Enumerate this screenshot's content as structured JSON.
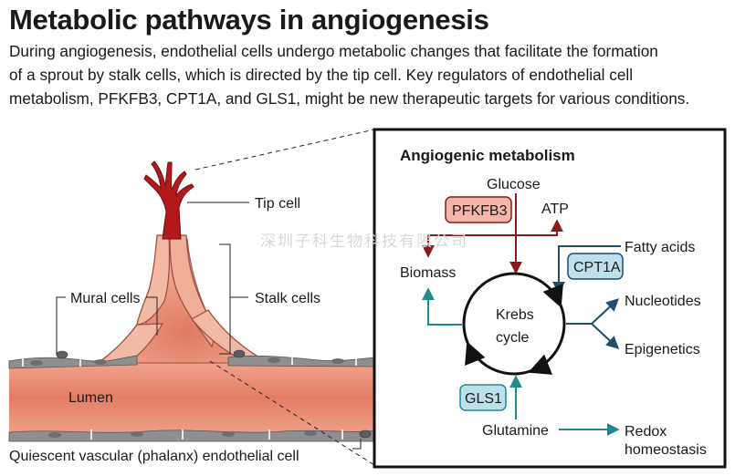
{
  "title": "Metabolic pathways in angiogenesis",
  "subtitle_lines": [
    "During angiogenesis, endothelial cells undergo metabolic changes that facilitate the formation",
    "of a sprout by stalk cells, which is directed by the tip cell. Key regulators of endothelial cell",
    "metabolism, PFKFB3, CPT1A, and GLS1, might be new therapeutic targets for various conditions."
  ],
  "vessel": {
    "tip_cell": "Tip cell",
    "stalk_cells": "Stalk cells",
    "mural_cells": "Mural cells",
    "lumen": "Lumen",
    "quiescent": "Quiescent vascular (phalanx) endothelial cell"
  },
  "panel": {
    "title": "Angiogenic metabolism",
    "glucose": "Glucose",
    "pfkfb3": "PFKFB3",
    "atp": "ATP",
    "biomass": "Biomass",
    "fatty_acids": "Fatty acids",
    "cpt1a": "CPT1A",
    "krebs_line1": "Krebs",
    "krebs_line2": "cycle",
    "nucleotides": "Nucleotides",
    "epigenetics": "Epigenetics",
    "gls1": "GLS1",
    "glutamine": "Glutamine",
    "redox_line1": "Redox",
    "redox_line2": "homeostasis"
  },
  "watermark": "深圳子科生物科技有限公司",
  "colors": {
    "glucose_path": "#8b1a1a",
    "glutamine_path": "#1f8a8f",
    "fatty_acid_path": "#1f4e6e",
    "pfkfb3_box": "#f4b6ab",
    "cpt1a_box": "#bfe0ea",
    "gls1_box": "#bfe0ea",
    "lumen": "#e7907c",
    "tip_cell": "#b3191c",
    "endothelium": "#f2b9a4",
    "mural": "#8a8a8a"
  }
}
